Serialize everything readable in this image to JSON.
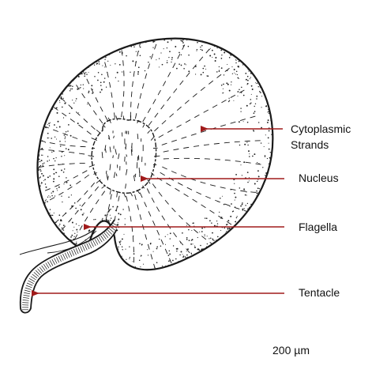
{
  "diagram": {
    "labels": [
      {
        "id": "cytoplasmic",
        "lines": [
          "Cytoplasmic",
          "Strands"
        ]
      },
      {
        "id": "nucleus",
        "lines": [
          "Nucleus"
        ]
      },
      {
        "id": "flagella",
        "lines": [
          "Flagella"
        ]
      },
      {
        "id": "tentacle",
        "lines": [
          "Tentacle"
        ]
      }
    ],
    "scale_bar": {
      "text": "200 µm"
    },
    "colors": {
      "pointer": "#a01b1b",
      "outline": "#1a1a1a",
      "text": "#111111",
      "background": "#ffffff"
    }
  }
}
